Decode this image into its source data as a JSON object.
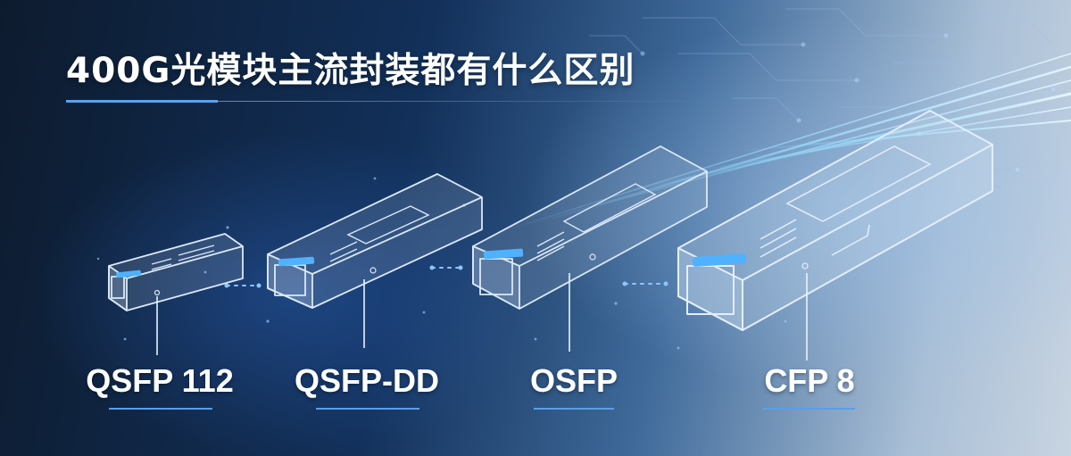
{
  "banner": {
    "title": "400G光模块主流封装都有什么区别"
  },
  "modules": [
    {
      "label": "QSFP 112",
      "icon": "qsfp112-module-icon"
    },
    {
      "label": "QSFP-DD",
      "icon": "qsfp-dd-module-icon"
    },
    {
      "label": "OSFP",
      "icon": "osfp-module-icon"
    },
    {
      "label": "CFP 8",
      "icon": "cfp8-module-icon"
    }
  ],
  "colors": {
    "background_dark": "#0d1b2e",
    "background_light": "#c8d4e1",
    "accent_blue": "#5aa2ee",
    "text": "#ffffff"
  }
}
